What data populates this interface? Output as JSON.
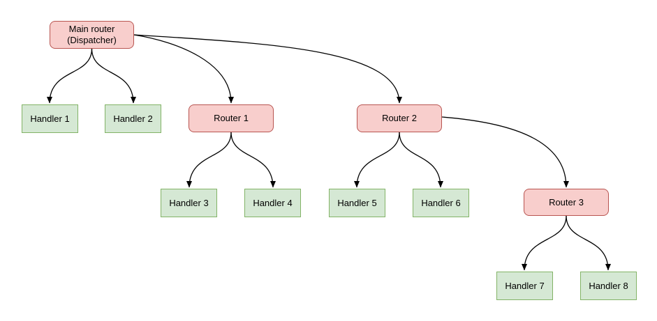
{
  "diagram": {
    "nodes": {
      "main": {
        "label": "Main router\n(Dispatcher)",
        "type": "router"
      },
      "handler1": {
        "label": "Handler 1",
        "type": "handler"
      },
      "handler2": {
        "label": "Handler 2",
        "type": "handler"
      },
      "router1": {
        "label": "Router 1",
        "type": "router"
      },
      "router2": {
        "label": "Router 2",
        "type": "router"
      },
      "handler3": {
        "label": "Handler 3",
        "type": "handler"
      },
      "handler4": {
        "label": "Handler 4",
        "type": "handler"
      },
      "handler5": {
        "label": "Handler 5",
        "type": "handler"
      },
      "handler6": {
        "label": "Handler 6",
        "type": "handler"
      },
      "router3": {
        "label": "Router 3",
        "type": "router"
      },
      "handler7": {
        "label": "Handler 7",
        "type": "handler"
      },
      "handler8": {
        "label": "Handler 8",
        "type": "handler"
      }
    },
    "edges": [
      {
        "from": "Main router (Dispatcher)",
        "to": "Handler 1"
      },
      {
        "from": "Main router (Dispatcher)",
        "to": "Handler 2"
      },
      {
        "from": "Main router (Dispatcher)",
        "to": "Router 1"
      },
      {
        "from": "Main router (Dispatcher)",
        "to": "Router 2"
      },
      {
        "from": "Router 1",
        "to": "Handler 3"
      },
      {
        "from": "Router 1",
        "to": "Handler 4"
      },
      {
        "from": "Router 2",
        "to": "Handler 5"
      },
      {
        "from": "Router 2",
        "to": "Handler 6"
      },
      {
        "from": "Router 2",
        "to": "Router 3"
      },
      {
        "from": "Router 3",
        "to": "Handler 7"
      },
      {
        "from": "Router 3",
        "to": "Handler 8"
      }
    ],
    "colors": {
      "router_fill": "#f8cecc",
      "router_border": "#b85450",
      "handler_fill": "#d5e8d4",
      "handler_border": "#82b366",
      "edge": "#000000",
      "text": "#000000",
      "background": "#ffffff"
    }
  }
}
